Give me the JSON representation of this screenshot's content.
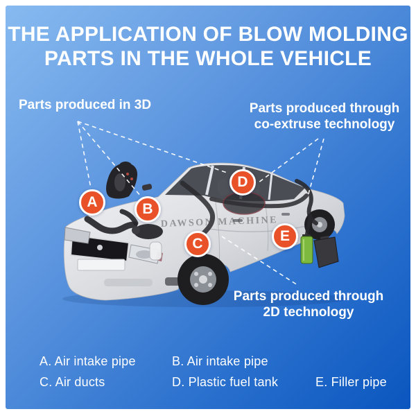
{
  "title": {
    "line1": "THE APPLICATION OF BLOW MOLDING",
    "line2": "PARTS IN THE WHOLE VEHICLE"
  },
  "callouts": {
    "produced_3d": "Parts produced in 3D",
    "co_extruse_line1": "Parts produced through",
    "co_extruse_line2": "co-extruse technology",
    "produced_2d_line1": "Parts produced through",
    "produced_2d_line2": "2D technology"
  },
  "markers": [
    {
      "letter": "A"
    },
    {
      "letter": "B"
    },
    {
      "letter": "C"
    },
    {
      "letter": "D"
    },
    {
      "letter": "E"
    }
  ],
  "legend": {
    "items": [
      {
        "label": "A. Air intake pipe"
      },
      {
        "label": "B. Air intake pipe"
      },
      {
        "label": "C. Air ducts"
      },
      {
        "label": "D. Plastic fuel tank"
      },
      {
        "label": "E. Filler pipe"
      }
    ]
  },
  "watermark": "DAWSON MACHINE",
  "colors": {
    "accent_orange": "#E95228",
    "background_light_blue": "#87BAF0",
    "background_dark_blue": "#0A56BF",
    "filler_green": "#7CB93E",
    "text_white": "#FFFFFF"
  }
}
